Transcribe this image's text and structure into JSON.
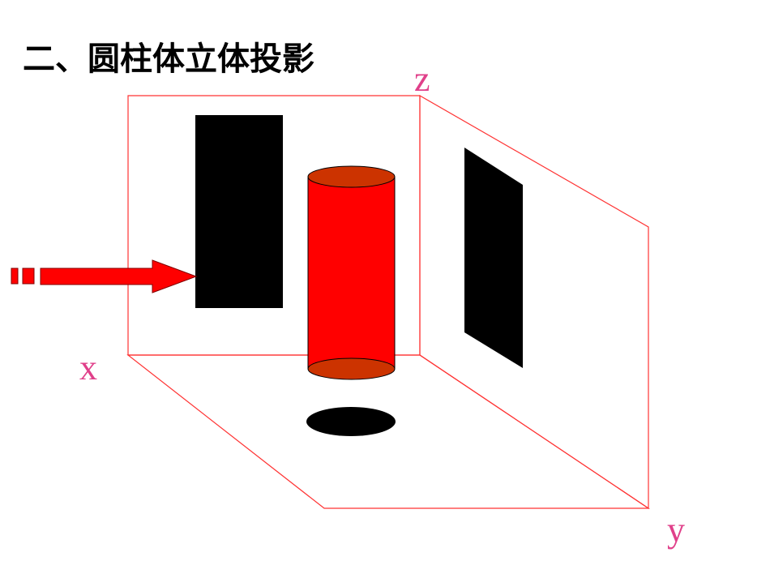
{
  "title": "二、圆柱体立体投影",
  "axes": {
    "x": "x",
    "y": "y",
    "z": "z"
  },
  "colors": {
    "frame": "#ff3333",
    "axis_label": "#e0408a",
    "cylinder_body": "#ff0000",
    "cylinder_cap": "#cc3300",
    "projection": "#000000",
    "arrow": "#ff0000"
  },
  "icons": {
    "view_arrow": "right-arrow-icon"
  }
}
